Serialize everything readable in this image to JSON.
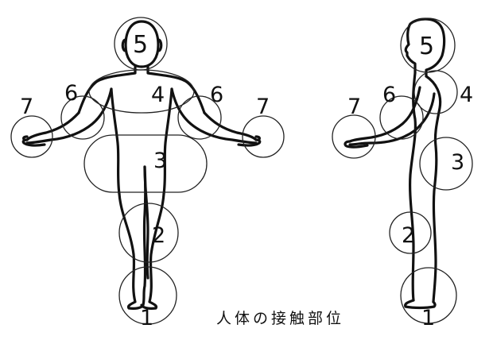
{
  "caption": "人体の接触部位",
  "front_figure": {
    "labels": {
      "z1": "1",
      "z2": "2",
      "z3": "3",
      "z4": "4",
      "z5": "5",
      "z6_left": "6",
      "z6_right": "6",
      "z7_left": "7",
      "z7_right": "7"
    }
  },
  "side_figure": {
    "labels": {
      "z1": "1",
      "z2": "2",
      "z3": "3",
      "z4": "4",
      "z5": "5",
      "z6": "6",
      "z7": "7"
    }
  }
}
